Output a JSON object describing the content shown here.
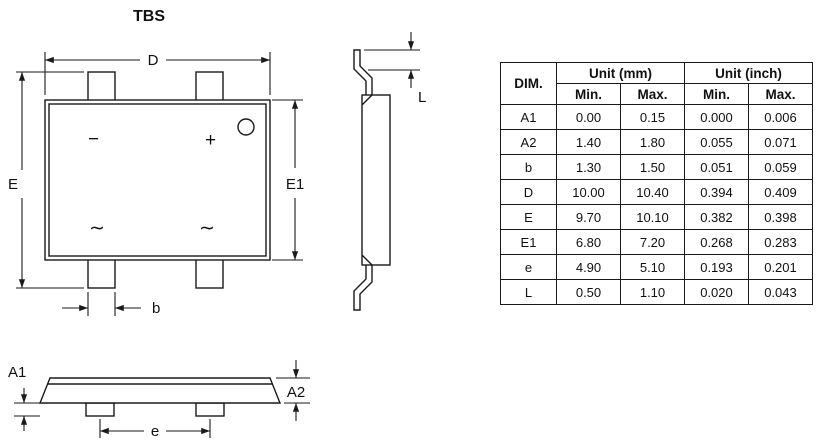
{
  "page": {
    "title": "TBS"
  },
  "diagram": {
    "top_view": {
      "dim_d": "D",
      "dim_e": "E",
      "dim_e1": "E1",
      "dim_b": "b",
      "minus": "−",
      "plus": "+",
      "ac_left": "∼",
      "ac_right": "∼"
    },
    "side_view": {
      "dim_l": "L"
    },
    "front_view": {
      "dim_a1": "A1",
      "dim_a2": "A2",
      "dim_pitch": "e"
    }
  },
  "table": {
    "headers": {
      "dim": "DIM.",
      "unit_mm": "Unit (mm)",
      "unit_inch": "Unit (inch)",
      "min": "Min.",
      "max": "Max."
    },
    "rows": [
      {
        "dim": "A1",
        "mm_min": "0.00",
        "mm_max": "0.15",
        "in_min": "0.000",
        "in_max": "0.006"
      },
      {
        "dim": "A2",
        "mm_min": "1.40",
        "mm_max": "1.80",
        "in_min": "0.055",
        "in_max": "0.071"
      },
      {
        "dim": "b",
        "mm_min": "1.30",
        "mm_max": "1.50",
        "in_min": "0.051",
        "in_max": "0.059"
      },
      {
        "dim": "D",
        "mm_min": "10.00",
        "mm_max": "10.40",
        "in_min": "0.394",
        "in_max": "0.409"
      },
      {
        "dim": "E",
        "mm_min": "9.70",
        "mm_max": "10.10",
        "in_min": "0.382",
        "in_max": "0.398"
      },
      {
        "dim": "E1",
        "mm_min": "6.80",
        "mm_max": "7.20",
        "in_min": "0.268",
        "in_max": "0.283"
      },
      {
        "dim": "e",
        "mm_min": "4.90",
        "mm_max": "5.10",
        "in_min": "0.193",
        "in_max": "0.201"
      },
      {
        "dim": "L",
        "mm_min": "0.50",
        "mm_max": "1.10",
        "in_min": "0.020",
        "in_max": "0.043"
      }
    ]
  },
  "colors": {
    "line": "#1a1a1a",
    "background": "#ffffff"
  }
}
